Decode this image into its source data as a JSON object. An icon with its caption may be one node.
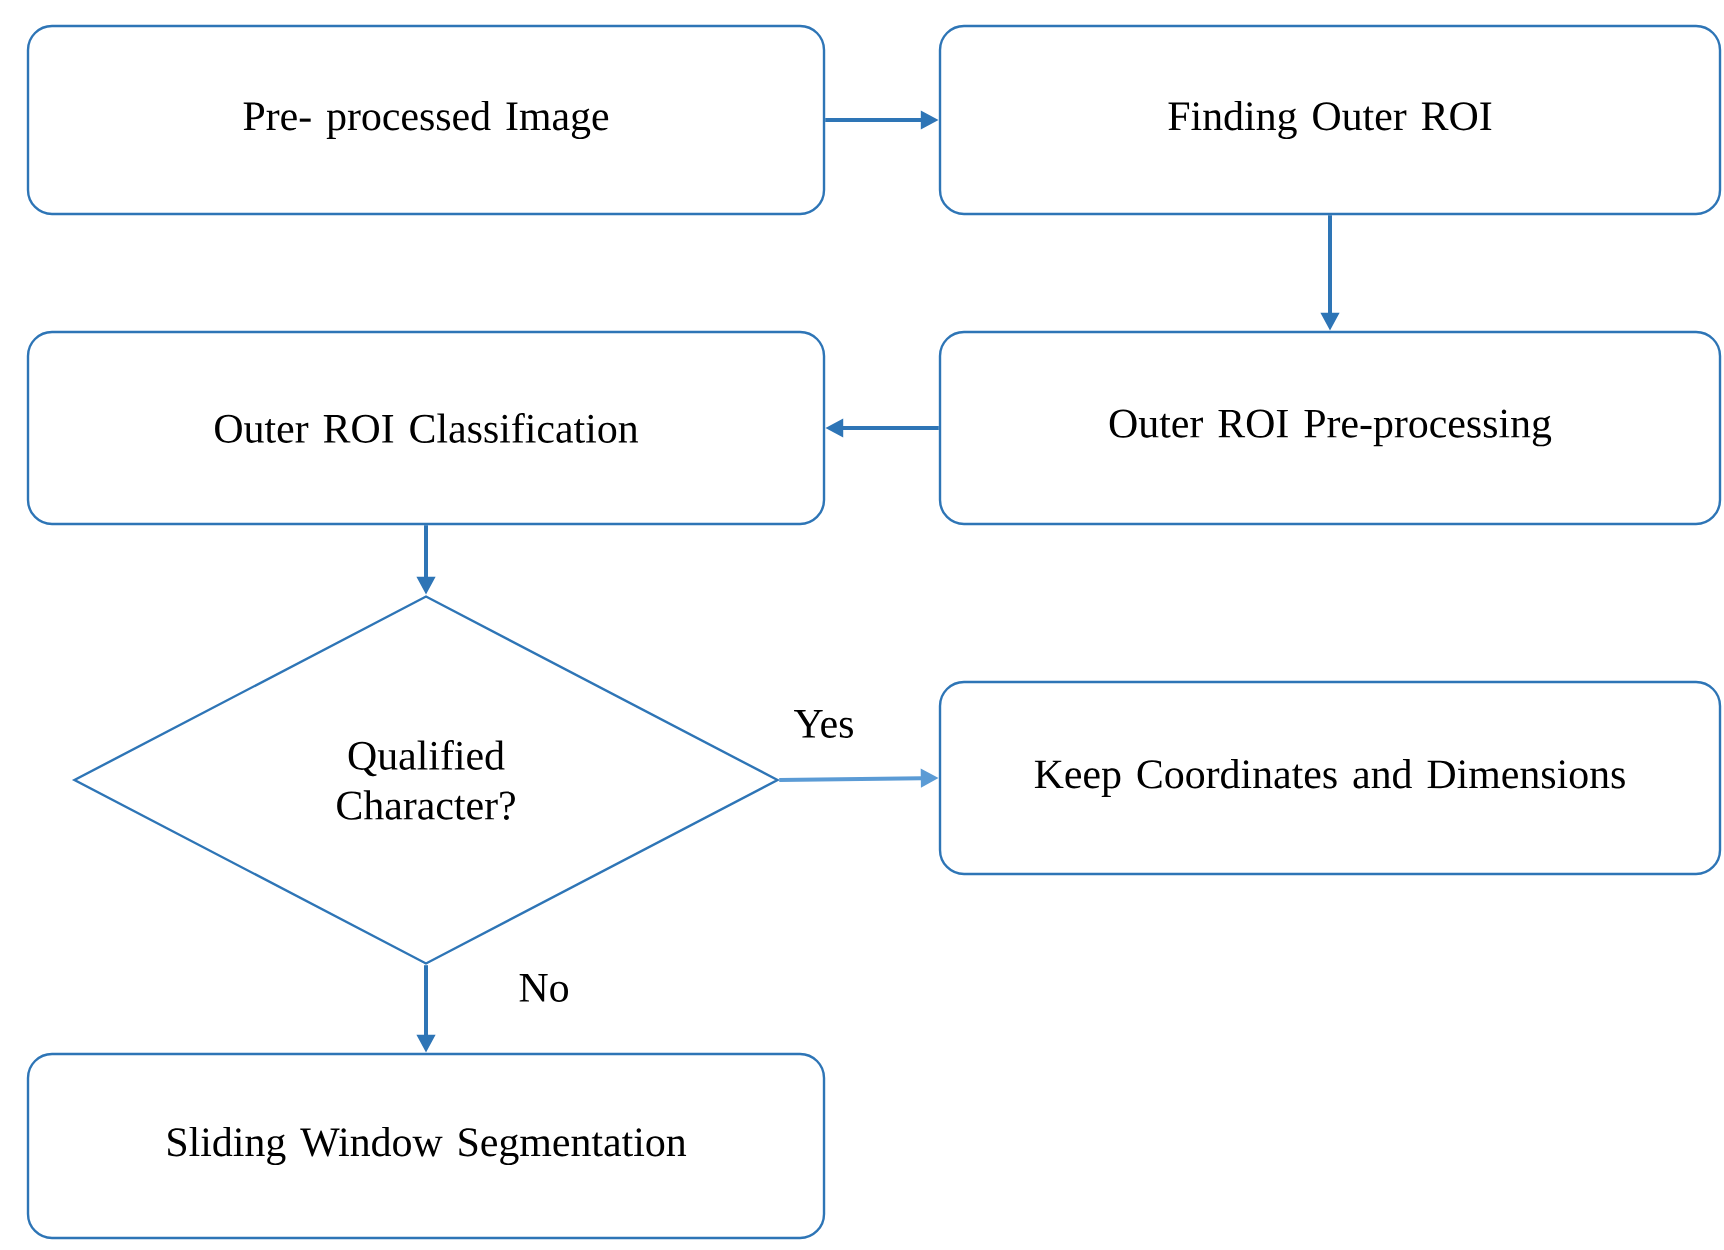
{
  "diagram": {
    "nodes": [
      {
        "text": [
          "Pre- processed Image"
        ]
      },
      {
        "text": [
          "Finding Outer ROI"
        ]
      },
      {
        "text": [
          "Outer ROI Classification"
        ]
      },
      {
        "text": [
          "Outer ROI Pre-processing"
        ]
      },
      {
        "text": [
          "Qualified Character?"
        ]
      },
      {
        "text": [
          "Keep Coordinates and Dimensions"
        ]
      },
      {
        "text": [
          "Sliding Window Segmentation"
        ]
      }
    ],
    "edges": [
      {
        "from": 0,
        "to": 1,
        "arrow": "to"
      },
      {
        "from": 1,
        "to": 3,
        "arrow": "to"
      },
      {
        "from": 3,
        "to": 2,
        "arrow": "to"
      },
      {
        "from": 2,
        "to": 4,
        "arrow": "to"
      },
      {
        "from": 4,
        "to": 5,
        "arrow": "to",
        "label": "Yes",
        "color": "#5b9bd5"
      },
      {
        "from": 4,
        "to": 6,
        "arrow": "to",
        "label": "No"
      }
    ]
  }
}
